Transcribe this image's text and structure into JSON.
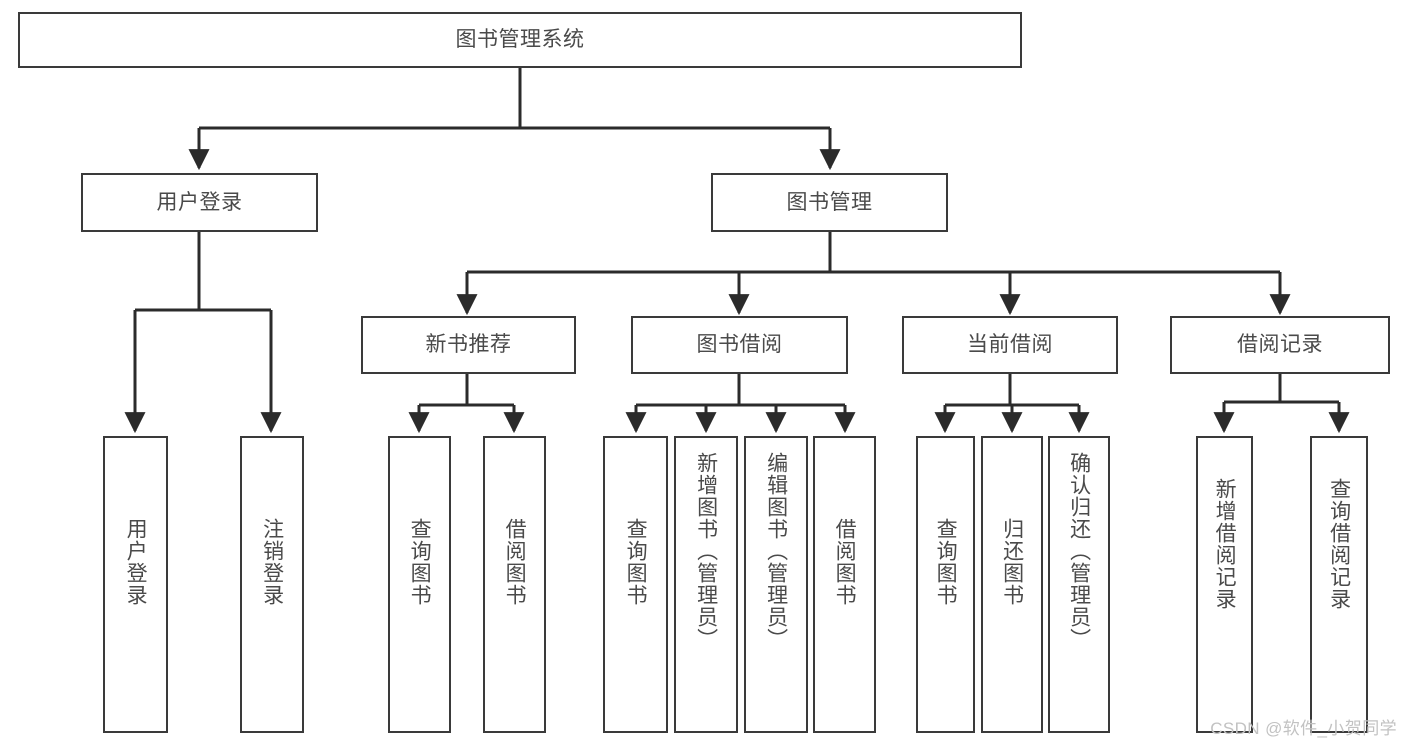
{
  "diagram": {
    "title": "图书管理系统",
    "type": "tree-hierarchy-chart",
    "watermark": "CSDN @软件_小贺同学",
    "colors": {
      "box_border": "#3a3a3a",
      "box_fill": "#ffffff",
      "text": "#4a4a4a",
      "connector": "#2b2b2b",
      "background": "#ffffff",
      "watermark": "#c2c2c2"
    },
    "root": {
      "label": "图书管理系统"
    },
    "level2": [
      {
        "label": "用户登录"
      },
      {
        "label": "图书管理"
      }
    ],
    "level3": [
      {
        "label": "新书推荐"
      },
      {
        "label": "图书借阅"
      },
      {
        "label": "当前借阅"
      },
      {
        "label": "借阅记录"
      }
    ],
    "leaves": {
      "user_login": [
        {
          "label": "用户登录"
        },
        {
          "label": "注销登录"
        }
      ],
      "new_book_recommend": [
        {
          "label": "查询图书"
        },
        {
          "label": "借阅图书"
        }
      ],
      "book_borrow": [
        {
          "label": "查询图书"
        },
        {
          "label": "新增图书（管理员）"
        },
        {
          "label": "编辑图书（管理员）"
        },
        {
          "label": "借阅图书"
        }
      ],
      "current_borrow": [
        {
          "label": "查询图书"
        },
        {
          "label": "归还图书"
        },
        {
          "label": "确认归还（管理员）"
        }
      ],
      "borrow_record": [
        {
          "label": "新增借阅记录"
        },
        {
          "label": "查询借阅记录"
        }
      ]
    }
  }
}
